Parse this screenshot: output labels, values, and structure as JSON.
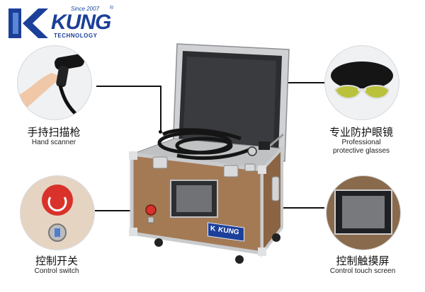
{
  "brand": {
    "since": "Since 2007",
    "registered": "®",
    "name": "KUNG",
    "tagline": "TECHNOLOGY"
  },
  "callouts": {
    "hand_scanner": {
      "cn": "手持扫描枪",
      "en": "Hand scanner"
    },
    "glasses": {
      "cn": "专业防护眼镜",
      "en_line1": "Professional",
      "en_line2": "protective glasses"
    },
    "control_switch": {
      "cn": "控制开关",
      "en": "Control switch"
    },
    "touch_screen": {
      "cn": "控制触摸屏",
      "en": "Control touch screen"
    }
  },
  "case_badge": "KUNG",
  "colors": {
    "case_fill": "#a47a55",
    "case_frame": "#c9cbcd",
    "brand_blue": "#1c3f99",
    "knob_red": "#d8322a"
  }
}
